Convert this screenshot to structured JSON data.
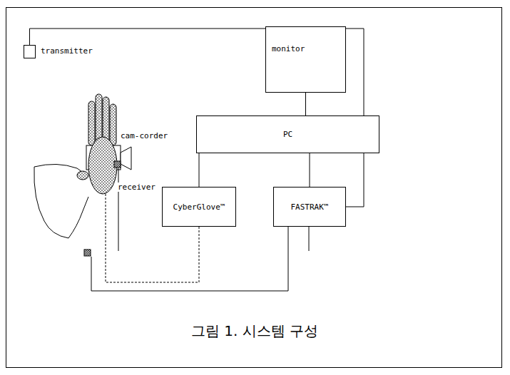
{
  "diagram": {
    "caption": "그림 1. 시스템 구성",
    "nodes": [
      {
        "text": [
          "transmitter"
        ]
      },
      {
        "text": [
          "monitor"
        ]
      },
      {
        "text": [
          "PC"
        ]
      },
      {
        "text": [
          "CyberGlove™"
        ]
      },
      {
        "text": [
          "FASTRAK™"
        ]
      }
    ],
    "edges": [
      {
        "from": 1,
        "to": 2,
        "arrow": "none"
      },
      {
        "from": 2,
        "to": 3,
        "arrow": "none"
      },
      {
        "from": 2,
        "to": 4,
        "arrow": "none"
      },
      {
        "from": 4,
        "to": 0,
        "arrow": "none"
      }
    ],
    "labels": [
      "cam-corder",
      "receiver"
    ]
  }
}
